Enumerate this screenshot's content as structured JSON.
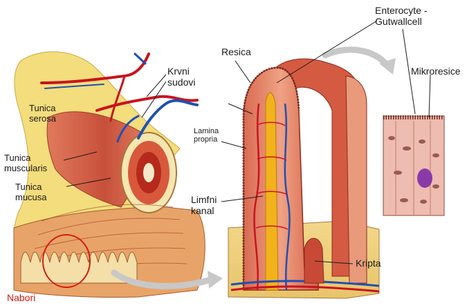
{
  "labels": {
    "krvni_sudovi": "Krvni\nsudovi",
    "tunica_serosa": "Tunica\nserosa",
    "tunica_muscularis": "Tunica\nmuscularis",
    "tunica_mucusa": "Tunica\nmucusa",
    "nabori": "Nabori",
    "resica": "Resica",
    "lamina_propria": "Lamina\npropria",
    "limfni_kanal": "Limfni\nkanal",
    "kripta": "Kripta",
    "enterocyte": "Enterocyte -\nGutwallcell",
    "mikroresice": "Mikroresice"
  },
  "colors": {
    "nabori_label": "#d41a14",
    "artery": "#c8141e",
    "vein": "#1e50b4",
    "lymph": "#f2b21c",
    "muscle": "#c8553c",
    "serosa": "#f2dc78",
    "arrow": "#c8c8c8"
  }
}
